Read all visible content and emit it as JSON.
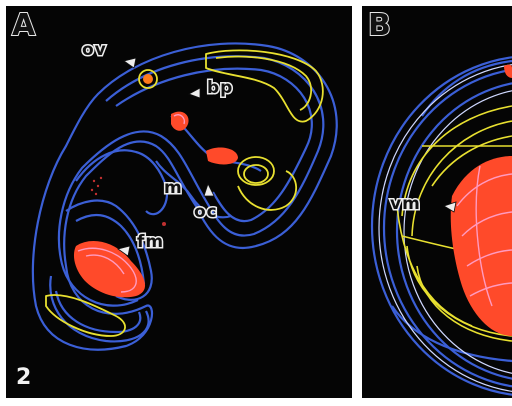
{
  "figure": {
    "number": "2",
    "panels": [
      {
        "letter": "A",
        "labels": {
          "ov": "ov",
          "bp": "bp",
          "m": "m",
          "oc": "oc",
          "fm": "fm"
        }
      },
      {
        "letter": "B",
        "labels": {
          "vm": "vm"
        }
      }
    ]
  },
  "colors": {
    "background": "#050505",
    "outline_blue": "#3b5fd6",
    "outline_yellow": "#e8e030",
    "expression_red": "#ff4a2a",
    "expression_pink": "#ff9ac0",
    "outline_white": "#cfd8ff"
  }
}
